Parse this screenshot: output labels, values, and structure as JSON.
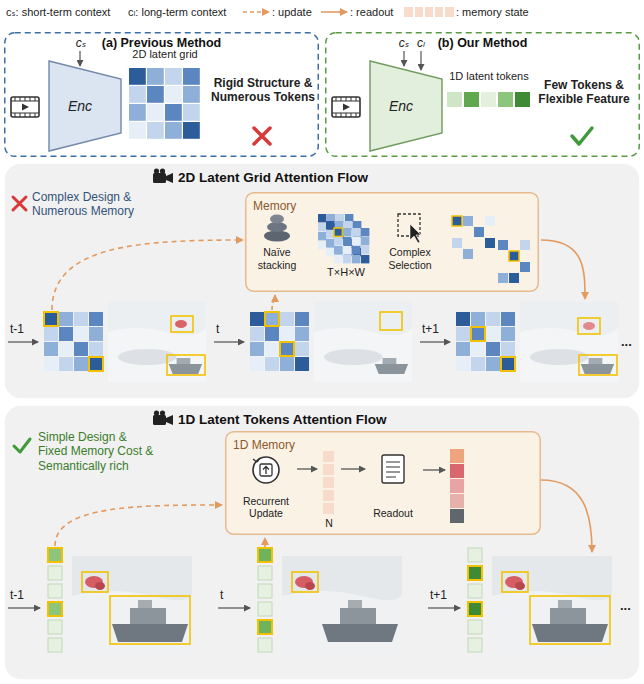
{
  "diagram": {
    "nodes": [
      {
        "text": [
          "(a) Previous Method"
        ]
      },
      {
        "text": [
          "Enc"
        ],
        "in": 0
      },
      {
        "text": [
          "2D latent grid"
        ],
        "in": 0
      },
      {
        "text": [
          "(b) Our Method"
        ]
      },
      {
        "text": [
          "Enc"
        ],
        "in": 3
      },
      {
        "text": [
          "1D latent tokens"
        ],
        "in": 3
      },
      {
        "text": [
          "2D Latent Grid Attention Flow"
        ]
      },
      {
        "text": [
          "Memory"
        ],
        "in": 6
      },
      {
        "text": [
          "1D Latent Tokens Attention Flow"
        ]
      },
      {
        "text": [
          "1D Memory"
        ],
        "in": 8
      },
      {
        "text": [
          "Recurrent Update"
        ],
        "in": 9
      },
      {
        "text": [
          "N"
        ],
        "in": 9
      },
      {
        "text": [
          "Readout"
        ],
        "in": 9
      }
    ],
    "edges": [
      {
        "from": 10,
        "to": 11,
        "arrow": "to"
      },
      {
        "from": 11,
        "to": 12,
        "arrow": "to"
      }
    ],
    "labels": [
      "cₛ",
      "Rigid Structure & Numerous Tokens",
      "cₛ",
      "cₗ",
      "Few Tokens & Flexible Feature",
      "Complex Design & Numerous Memory",
      "Naïve stacking",
      "T×H×W",
      "Complex Selection",
      "t-1",
      "t",
      "t+1",
      "...",
      "Simple Design & Fixed Memory Cost & Semantically rich",
      "t-1",
      "t",
      "t+1",
      "..."
    ],
    "legend": [
      {
        "text": "cₛ: short-term context"
      },
      {
        "text": "cₗ: long-term context"
      },
      {
        "text": ": update"
      },
      {
        "text": ": readout"
      },
      {
        "text": ": memory state",
        "color": "#f8dccb"
      }
    ]
  }
}
